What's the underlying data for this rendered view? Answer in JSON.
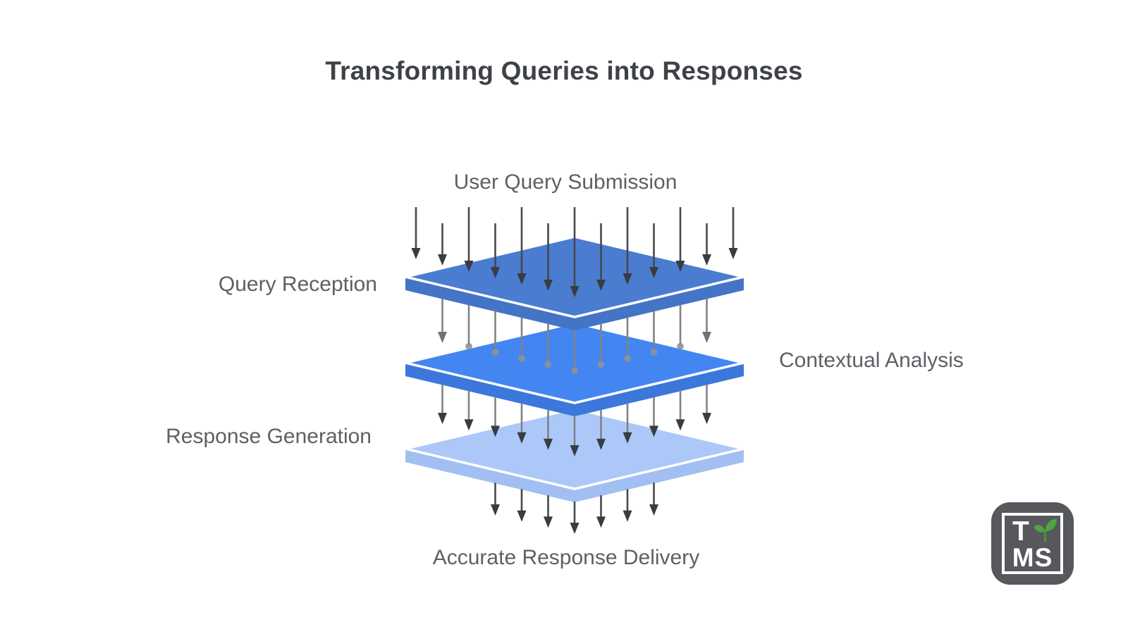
{
  "title": "Transforming Queries into Responses",
  "flow": {
    "input_label": "User Query Submission",
    "output_label": "Accurate Response Delivery"
  },
  "layers": [
    {
      "label": "Query Reception",
      "label_side": "left",
      "top_color": "#4a7cd0",
      "side_color": "#4474c6"
    },
    {
      "label": "Contextual Analysis",
      "label_side": "right",
      "top_color": "#4386f2",
      "side_color": "#3c77dc"
    },
    {
      "label": "Response Generation",
      "label_side": "left",
      "top_color": "#acc8f8",
      "side_color": "#a2bff2"
    }
  ],
  "colors": {
    "background": "#ffffff",
    "title": "#3e4247",
    "label": "#5c6166",
    "layer_edge_line": "#ffffff",
    "arrow_dark_line": "#46494e",
    "arrow_dark_head": "#393c41",
    "arrow_gray_line": "#7f8286",
    "arrow_gray_head": "#6f7377",
    "arrow_dot_head": "#909295",
    "logo_bg": "#56585b",
    "logo_frame": "#ffffff",
    "logo_text": "#ffffff",
    "logo_leaf": "#4fa53f",
    "logo_stem": "#459238"
  },
  "logo": {
    "top_text": "T",
    "bottom_text": "MS",
    "icon": "sprout-icon"
  }
}
